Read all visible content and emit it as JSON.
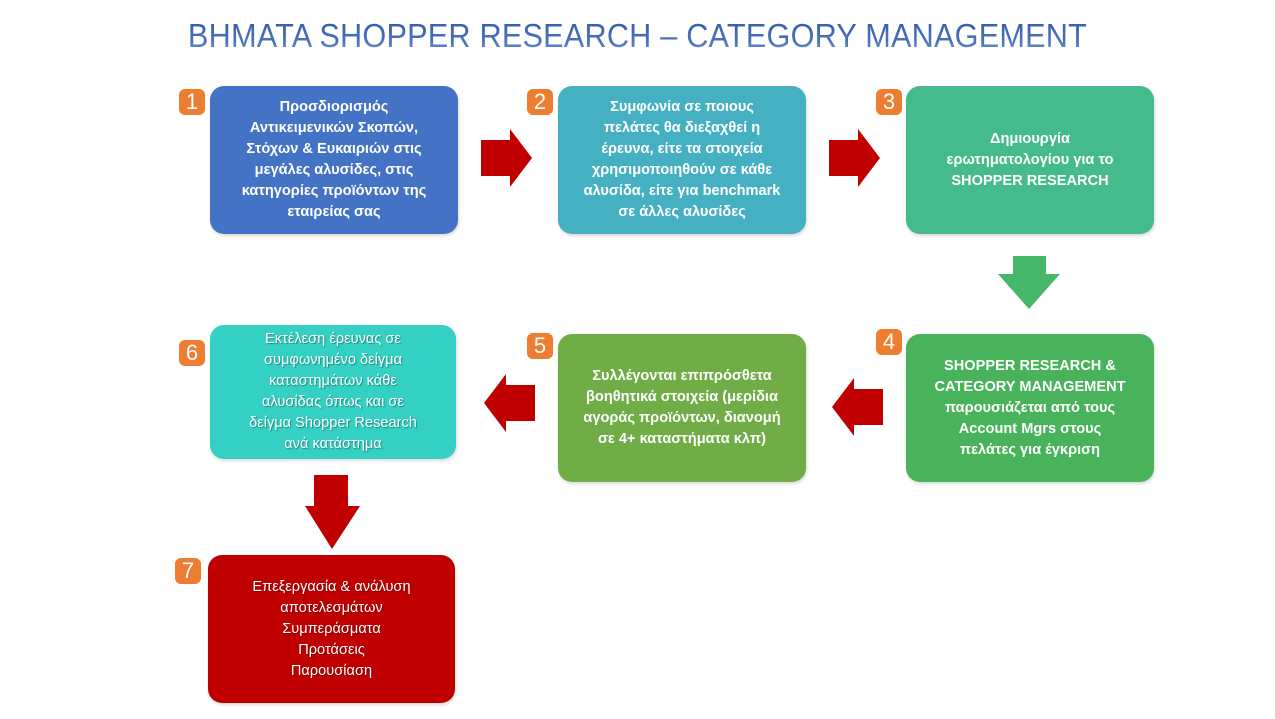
{
  "title": "BHMATA SHOPPER RESEARCH – CATEGORY MANAGEMENT",
  "colors": {
    "badge": "#ed7d31",
    "arrow_red": "#c00000",
    "arrow_green": "#47b86a"
  },
  "steps": [
    {
      "number": "1",
      "text": "Προσδιορισμός\nΑντικειμενικών Σκοπών,\nΣτόχων & Ευκαιριών στις\nμεγάλες αλυσίδες, στις\nκατηγορίες προϊόντων της\nεταιρείας σας",
      "color": "#4472c4"
    },
    {
      "number": "2",
      "text": "Συμφωνία σε ποιους\nπελάτες θα διεξαχθεί η\nέρευνα, είτε τα στοιχεία\nχρησιμοποιηθούν σε κάθε\nαλυσίδα, είτε για benchmark\nσε άλλες αλυσίδες",
      "color": "#46b0c3"
    },
    {
      "number": "3",
      "text": "Δημιουργία\nερωτηματολογίου για το\nSHOPPER RESEARCH",
      "color": "#45bb8c"
    },
    {
      "number": "4",
      "text": "SHOPPER RESEARCH &\nCATEGORY MANAGEMENT\nπαρουσιάζεται από τους\nAccount Mgrs στους\nπελάτες για έγκριση",
      "color": "#48b35a"
    },
    {
      "number": "5",
      "text": "Συλλέγονται επιπρόσθετα\nβοηθητικά στοιχεία (μερίδια\nαγοράς προϊόντων, διανομή\nσε 4+ καταστήματα κλπ)",
      "color": "#70ad47"
    },
    {
      "number": "6",
      "text": "Εκτέλεση έρευνας σε\nσυμφωνημένο δείγμα\nκαταστημάτων κάθε\nαλυσίδας όπως και σε\nδείγμα Shopper Research\nανά κατάστημα",
      "color": "#33d0c3"
    },
    {
      "number": "7",
      "text": "Επεξεργασία & ανάλυση\nαποτελεσμάτων\nΣυμπεράσματα\nΠροτάσεις\nΠαρουσίαση",
      "color": "#c00000"
    }
  ]
}
